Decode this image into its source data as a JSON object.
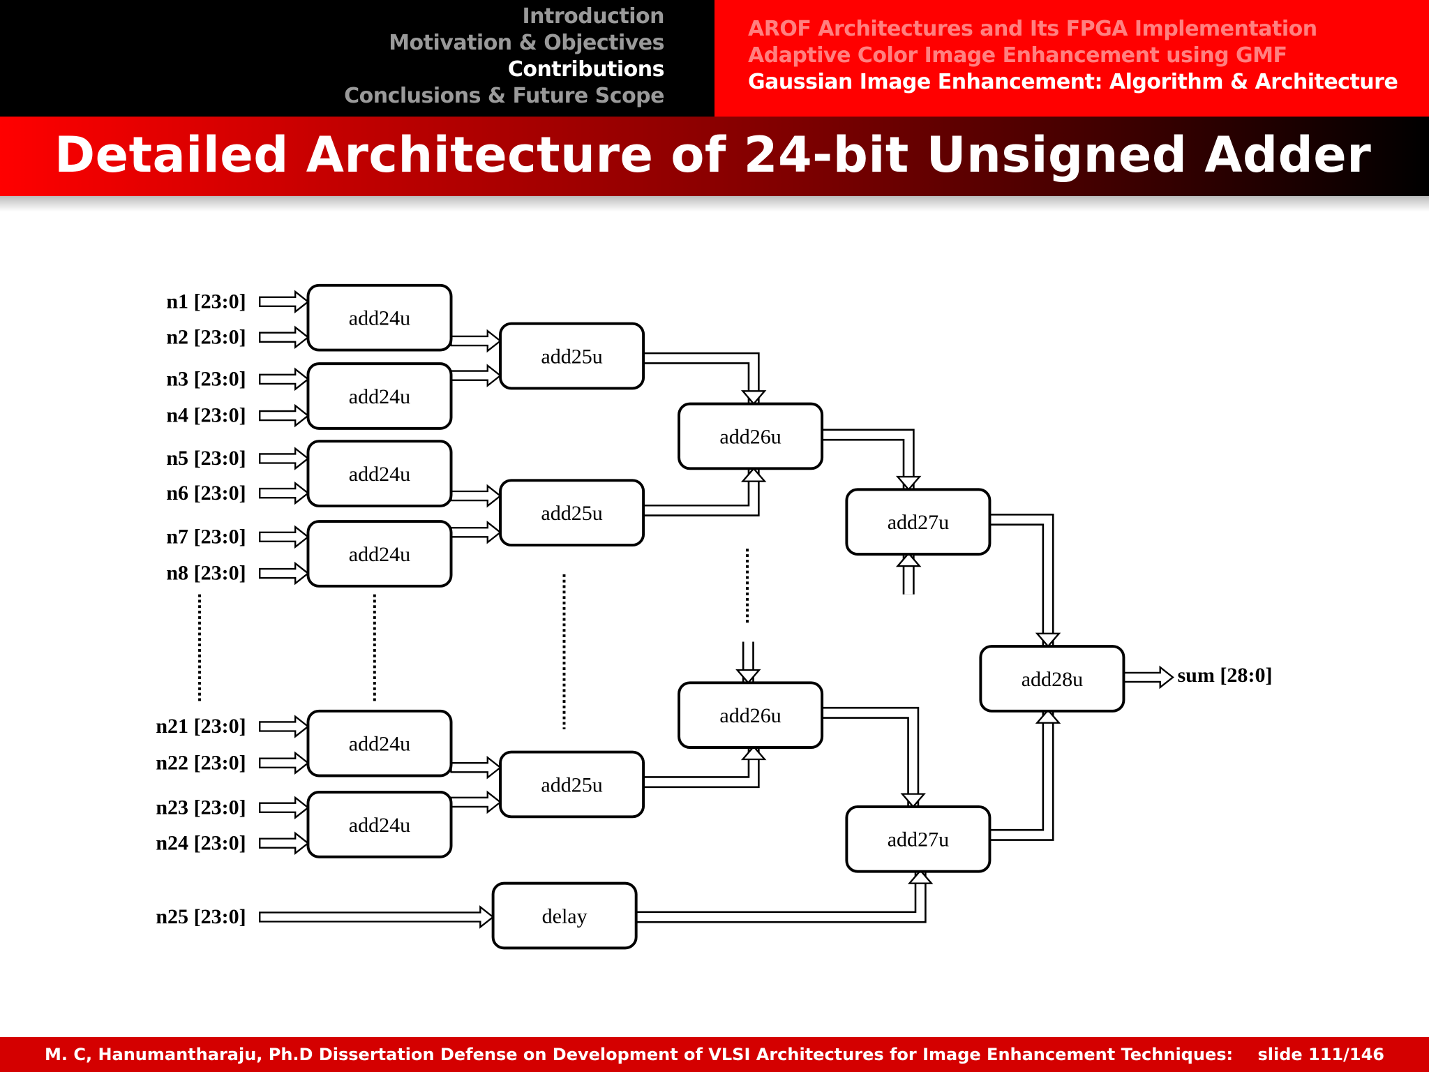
{
  "header": {
    "sections": [
      {
        "label": "Introduction",
        "active": false
      },
      {
        "label": "Motivation & Objectives",
        "active": false
      },
      {
        "label": "Contributions",
        "active": true
      },
      {
        "label": "Conclusions & Future Scope",
        "active": false
      }
    ],
    "subsections": [
      {
        "label": "AROF Architectures and Its FPGA Implementation",
        "active": false
      },
      {
        "label": "Adaptive Color Image Enhancement using GMF",
        "active": false
      },
      {
        "label": "Gaussian Image Enhancement: Algorithm & Architecture",
        "active": true
      }
    ],
    "colors": {
      "left_band": "#000000",
      "right_band": "#ff0000",
      "inactive_section": "#9a9a9a",
      "inactive_subsection": "#ff8080"
    }
  },
  "title": "Detailed Architecture of 24-bit Unsigned Adder",
  "diagram": {
    "blocks": [
      "add24u",
      "add24u",
      "add24u",
      "add24u",
      "add24u",
      "add24u",
      "add25u",
      "add25u",
      "add25u",
      "add26u",
      "add26u",
      "add27u",
      "add27u",
      "add28u",
      "delay"
    ],
    "inputs": [
      "n1 [23:0]",
      "n2 [23:0]",
      "n3 [23:0]",
      "n4 [23:0]",
      "n5 [23:0]",
      "n6 [23:0]",
      "n7 [23:0]",
      "n8 [23:0]",
      "n21 [23:0]",
      "n22 [23:0]",
      "n23 [23:0]",
      "n24 [23:0]",
      "n25 [23:0]"
    ],
    "output": "sum [28:0]"
  },
  "footer": {
    "text": "M. C, Hanumantharaju, Ph.D Dissertation Defense on Development of VLSI Architectures for Image Enhancement Techniques:",
    "slide": "slide 111/146",
    "color": "#d40000"
  }
}
